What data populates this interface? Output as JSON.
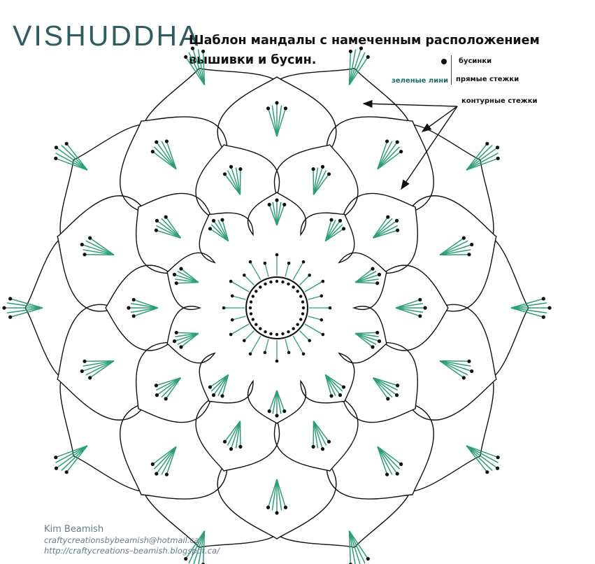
{
  "header": {
    "logo": "VISHUDDHA",
    "title": "Шаблон мандалы с намеченным расположением вышивки и бусин."
  },
  "legend": {
    "beads": "бусинки",
    "green_lines": "зеленые лини",
    "straight_stitches": "прямые стежки",
    "contour_stitches": "контурные стежки"
  },
  "credits": {
    "name": "Kim Beamish",
    "email": "craftycreationsbybeamish@hotmail.ca",
    "url": "http://craftycreations–beamish.blogspot.ca/"
  },
  "colors": {
    "outline": "#111111",
    "stitch_green": "#2e9e78",
    "bead": "#111111",
    "logo": "#2f5c5e",
    "credit_text": "#6b7a8a"
  }
}
